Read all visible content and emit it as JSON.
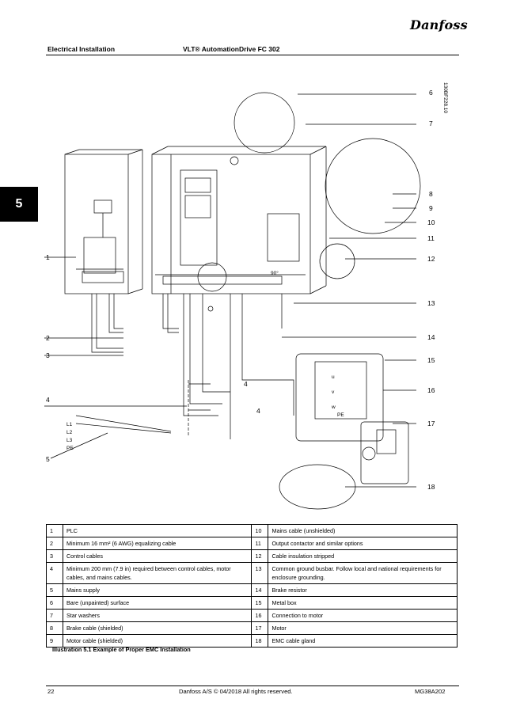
{
  "header": {
    "section": "Electrical Installation",
    "product": "VLT® AutomationDrive FC 302",
    "brand": "Danfoss",
    "chapter_tab": "5"
  },
  "figure": {
    "code": "130BF228.10",
    "callouts": [
      "1",
      "2",
      "3",
      "4",
      "5",
      "6",
      "7",
      "8",
      "9",
      "10",
      "11",
      "12",
      "13",
      "14",
      "15",
      "16",
      "17",
      "18"
    ],
    "mains_labels": [
      "L1",
      "L2",
      "L3",
      "PE"
    ],
    "angle_label": "90°",
    "motor_terminals": [
      "u",
      "v",
      "w",
      "PE"
    ]
  },
  "legend": {
    "rows": [
      {
        "n1": "1",
        "d1": "PLC",
        "n2": "10",
        "d2": "Mains cable (unshielded)"
      },
      {
        "n1": "2",
        "d1": "Minimum 16 mm² (6 AWG) equalizing cable",
        "n2": "11",
        "d2": "Output contactor and similar options"
      },
      {
        "n1": "3",
        "d1": "Control cables",
        "n2": "12",
        "d2": "Cable insulation stripped"
      },
      {
        "n1": "4",
        "d1": "Minimum 200 mm (7.9 in) required between control cables, motor cables, and mains cables.",
        "n2": "13",
        "d2": "Common ground busbar. Follow local and national requirements for enclosure grounding."
      },
      {
        "n1": "5",
        "d1": "Mains supply",
        "n2": "14",
        "d2": "Brake resistor"
      },
      {
        "n1": "6",
        "d1": "Bare (unpainted) surface",
        "n2": "15",
        "d2": "Metal box"
      },
      {
        "n1": "7",
        "d1": "Star washers",
        "n2": "16",
        "d2": "Connection to motor"
      },
      {
        "n1": "8",
        "d1": "Brake cable (shielded)",
        "n2": "17",
        "d2": "Motor"
      },
      {
        "n1": "9",
        "d1": "Motor cable (shielded)",
        "n2": "18",
        "d2": "EMC cable gland"
      }
    ]
  },
  "caption": "Illustration 5.1 Example of Proper EMC Installation",
  "footer": {
    "page": "22",
    "copyright": "Danfoss A/S © 04/2018 All rights reserved.",
    "doc_code": "MG38A202"
  }
}
